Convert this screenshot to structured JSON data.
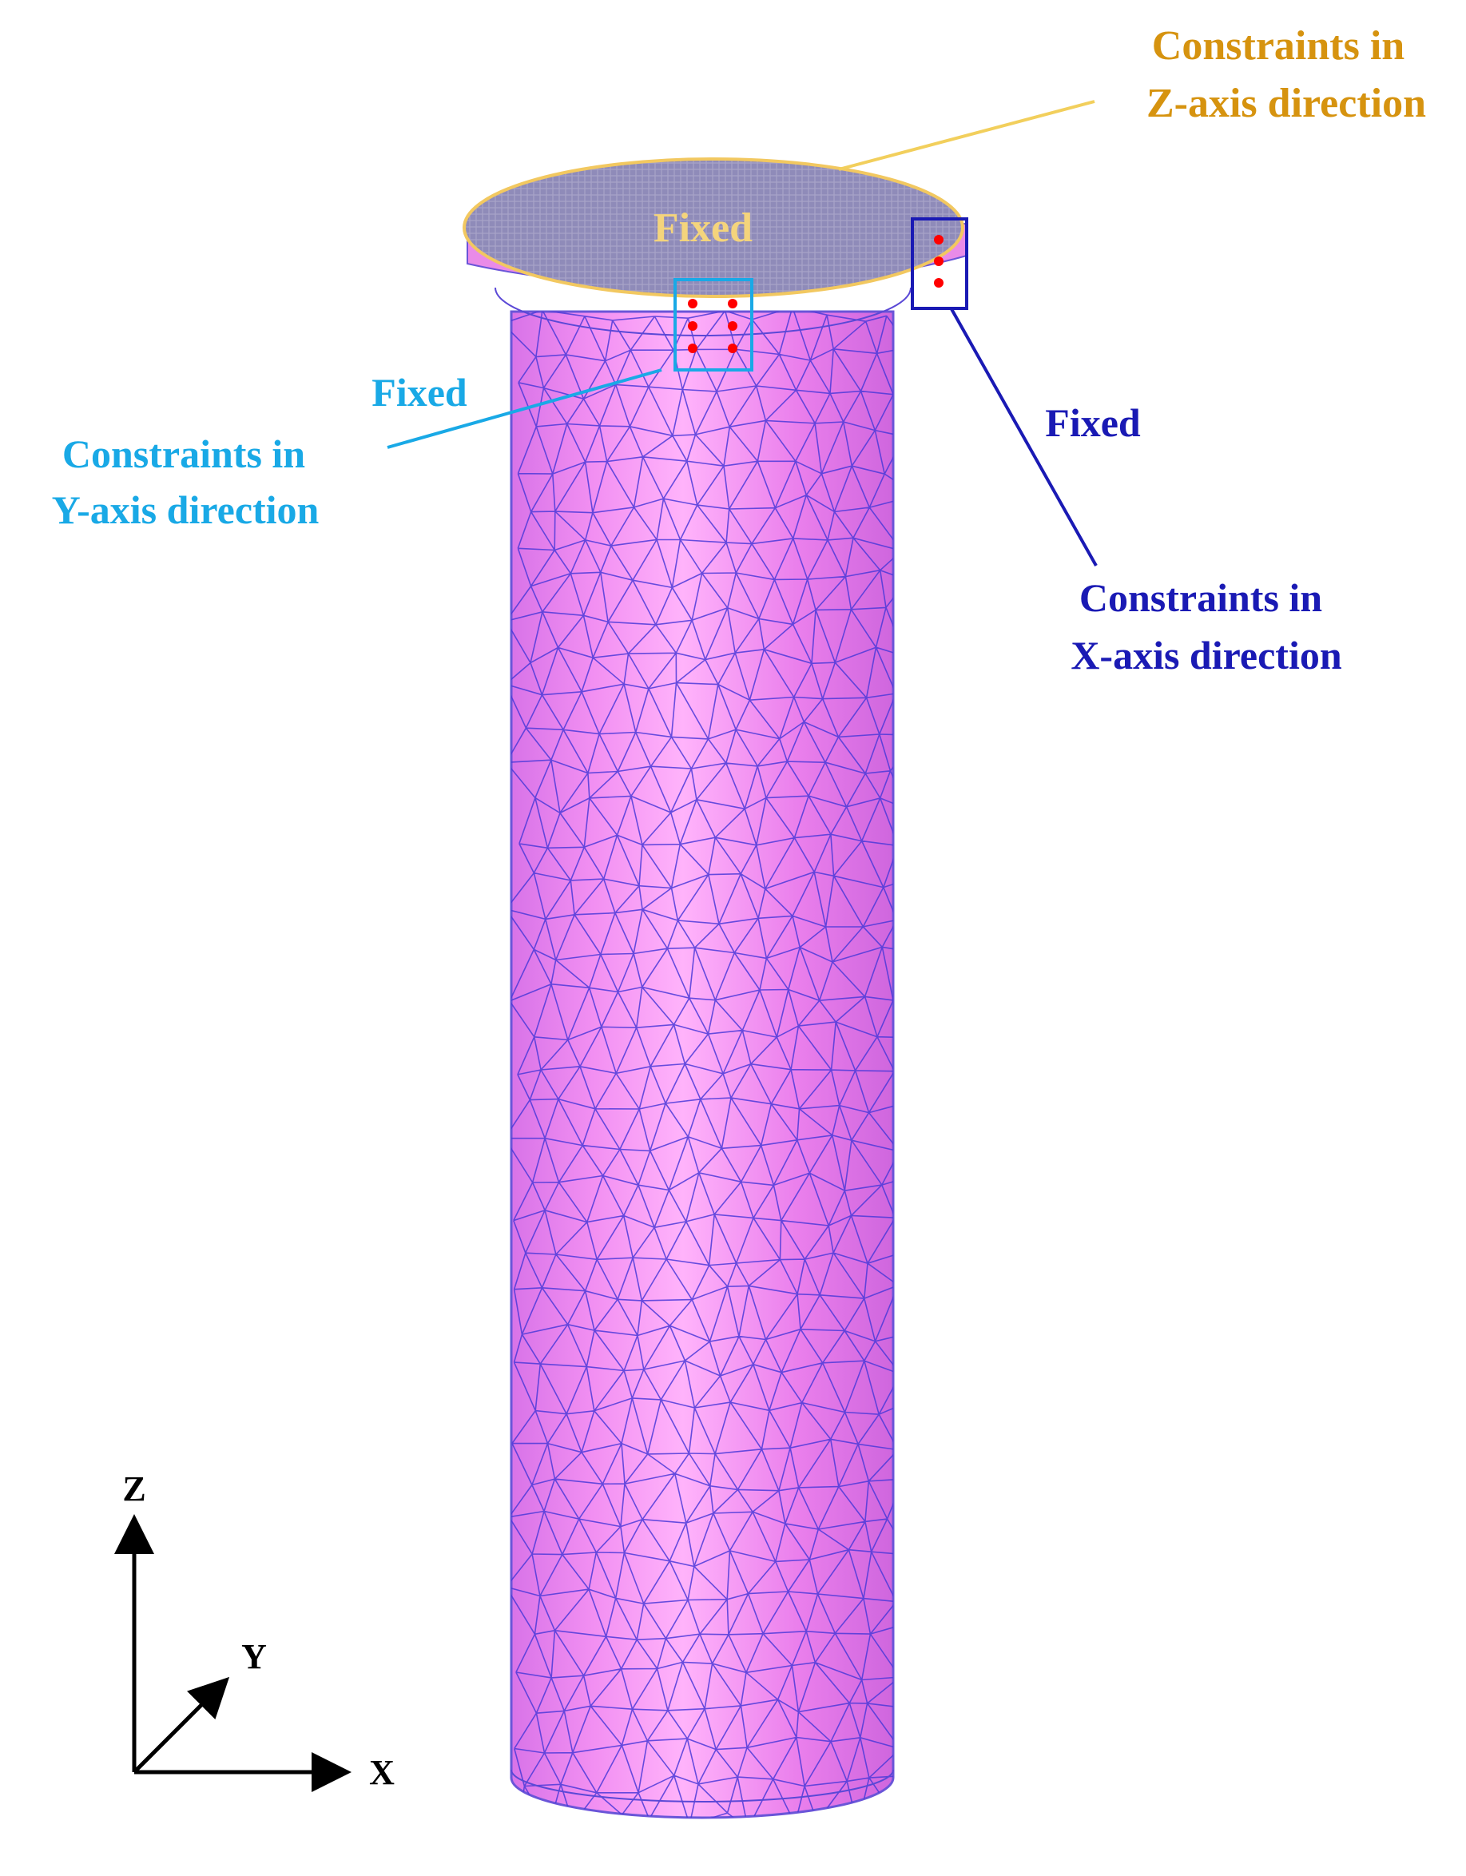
{
  "labels": {
    "z_constraint_line1": "Constraints in",
    "z_constraint_line2": "Z-axis direction",
    "top_fixed": "Fixed",
    "y_fixed": "Fixed",
    "y_constraint_line1": "Constraints in",
    "y_constraint_line2": "Y-axis direction",
    "x_fixed": "Fixed",
    "x_constraint_line1": "Constraints in",
    "x_constraint_line2": "X-axis direction"
  },
  "axes": {
    "z": "Z",
    "y": "Y",
    "x": "X"
  },
  "colors": {
    "z_annotation": "#d6930f",
    "top_fixed_text": "#f4d47c",
    "y_annotation": "#19a9e6",
    "x_annotation": "#1a1ab4",
    "mesh_fill": "#ee82ee",
    "mesh_line": "#4b3ad8",
    "top_face": "#8c88b8",
    "top_rim": "#f2c860",
    "constraint_points": "#ff0000",
    "axis": "#000000"
  },
  "icons": {
    "y_constraint_markers": "red-dot-icon",
    "x_constraint_markers": "red-dot-icon"
  }
}
